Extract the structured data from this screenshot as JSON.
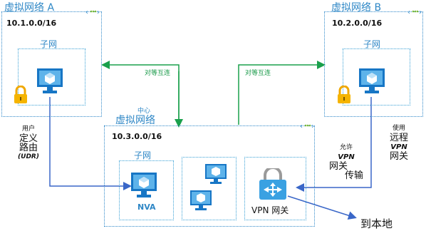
{
  "vnet_a": {
    "title": "虚拟网络 A",
    "cidr": "10.1.0.0/16",
    "subnet_label": "子网"
  },
  "vnet_b": {
    "title": "虚拟网络 B",
    "cidr": "10.2.0.0/16",
    "subnet_label": "子网"
  },
  "hub": {
    "title_small": "中心",
    "title": "虚拟网络",
    "cidr": "10.3.0.0/16",
    "subnet_label": "子网",
    "nva_label": "NVA",
    "gateway_label": "VPN 网关"
  },
  "peering_left": "对等互连",
  "peering_right": "对等互连",
  "udr": {
    "line1": "用户",
    "line2": "定义",
    "line3": "路由",
    "line4": "(UDR)"
  },
  "remote_gw": {
    "line1": "使用",
    "line2": "远程",
    "line3": "VPN",
    "line4": "网关"
  },
  "allow_transit": {
    "line1": "允许",
    "line2": "VPN",
    "line3": "网关",
    "line4": "传输"
  },
  "on_prem": "到本地",
  "colors": {
    "border": "#2f88c9",
    "arrow_blue": "#3a67c8",
    "arrow_green": "#1aa04c",
    "monitor": "#1776c5"
  }
}
